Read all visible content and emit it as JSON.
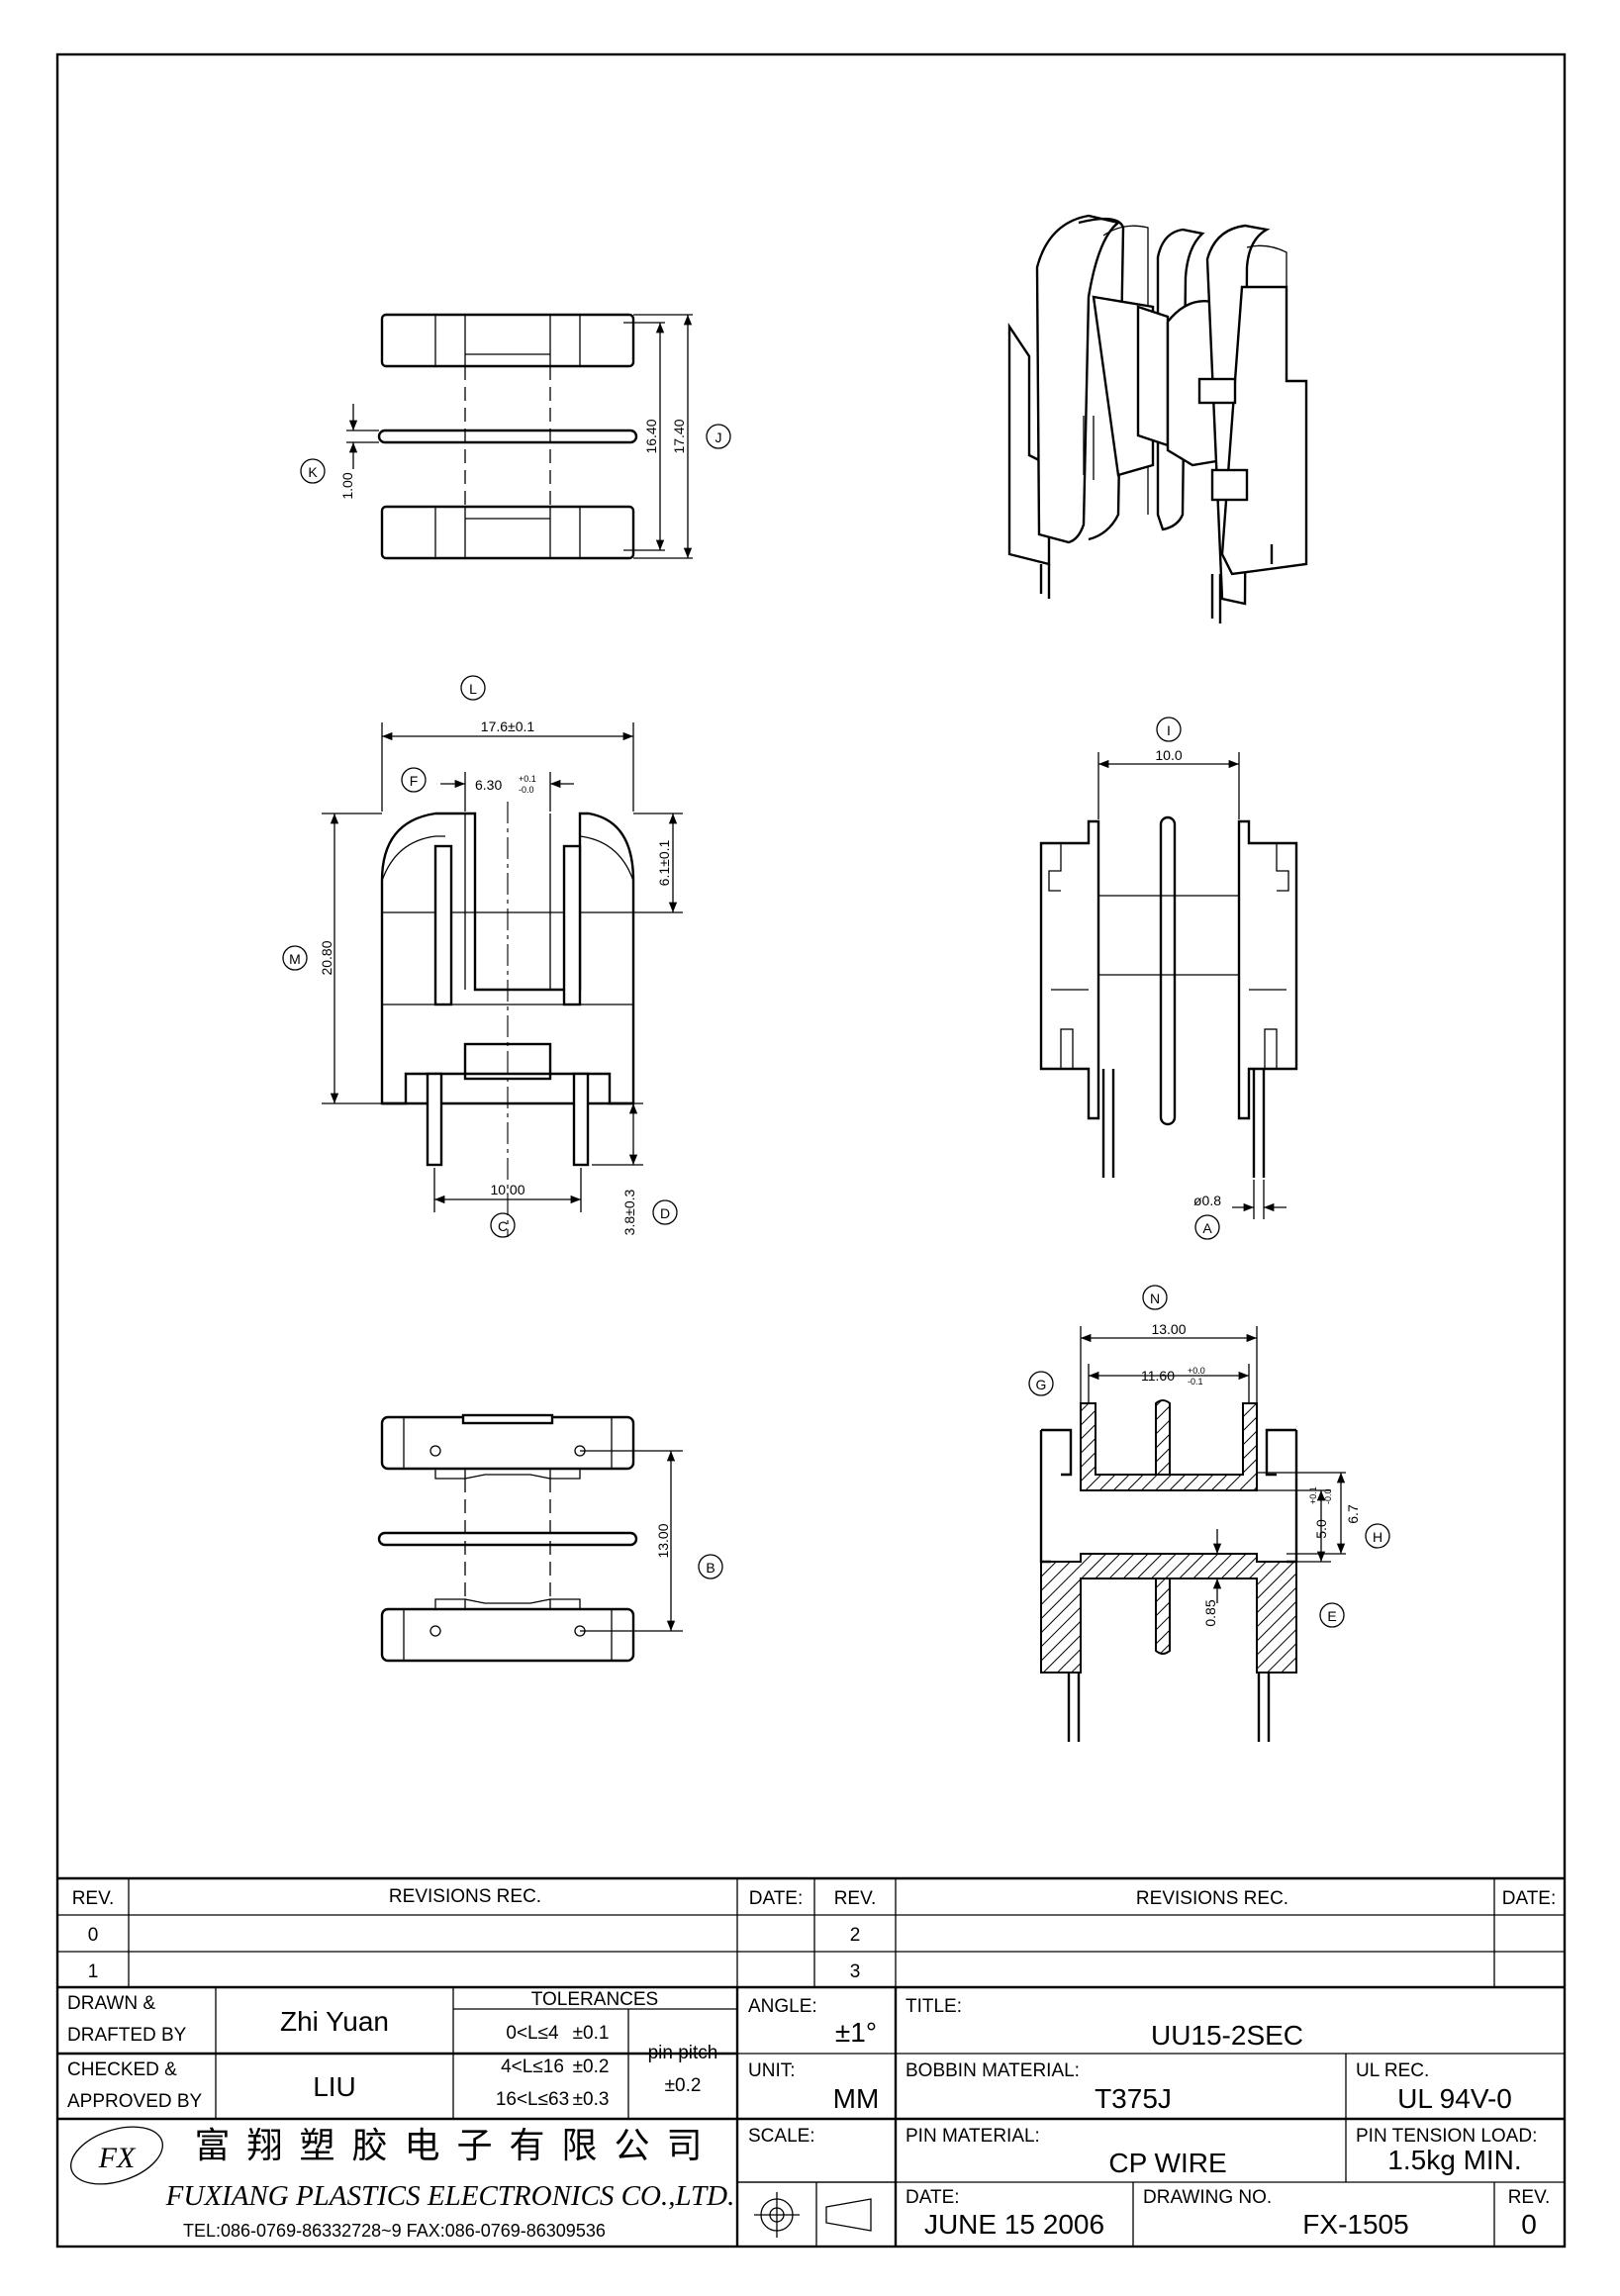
{
  "labels": {
    "K": "K",
    "J": "J",
    "L": "L",
    "F": "F",
    "M": "M",
    "C": "C",
    "D": "D",
    "I": "I",
    "A": "A",
    "B": "B",
    "N": "N",
    "G": "G",
    "H": "H",
    "E": "E"
  },
  "dims": {
    "k_val": "1.00",
    "j_inner": "16.40",
    "j_outer": "17.40",
    "l_val": "17.6±0.1",
    "f_val": "6.30",
    "f_tol_plus": "+0.1",
    "f_tol_minus": "-0.0",
    "m_val": "20.80",
    "top_val": "6.1±0.1",
    "c_val": "10.00",
    "d_val": "3.8±0.3",
    "i_val": "10.0",
    "a_val": "ø0.8",
    "b_val": "13.00",
    "n_val": "13.00",
    "g_val": "11.60",
    "g_tol_plus": "+0.0",
    "g_tol_minus": "-0.1",
    "h_inner": "5.0",
    "h_inner_tol_plus": "+0.1",
    "h_inner_tol_minus": "-0.0",
    "h_outer": "6.7",
    "e_val": "0.85"
  },
  "title_block": {
    "rev_header": "REV.",
    "revisions_header": "REVISIONS   REC.",
    "date_header": "DATE:",
    "rev_rows_left": [
      "0",
      "1"
    ],
    "rev_rows_right": [
      "2",
      "3"
    ],
    "drawn_label": "DRAWN &\nDRAFTED BY",
    "drawn_label_1": "DRAWN &",
    "drawn_label_2": "DRAFTED BY",
    "drawn_by": "Zhi Yuan",
    "checked_label_1": "CHECKED &",
    "checked_label_2": "APPROVED BY",
    "checked_by": "LIU",
    "tolerances_label": "TOLERANCES",
    "tol_rows": [
      {
        "range": "0<L≤4",
        "tol": "±0.1"
      },
      {
        "range": "4<L≤16",
        "tol": "±0.2"
      },
      {
        "range": "16<L≤63",
        "tol": "±0.3"
      }
    ],
    "pin_pitch_label_1": "pin pitch",
    "pin_pitch_tol": "±0.2",
    "angle_label": "ANGLE:",
    "angle_val": "±1°",
    "unit_label": "UNIT:",
    "unit_val": "MM",
    "scale_label": "SCALE:",
    "title_label": "TITLE:",
    "title_val": "UU15-2SEC",
    "bobbin_label": "BOBBIN MATERIAL:",
    "bobbin_val": "T375J",
    "ul_label": "UL REC.",
    "ul_val": "UL 94V-0",
    "pin_mat_label": "PIN MATERIAL:",
    "pin_mat_val": "CP WIRE",
    "pin_tension_label": "PIN TENSION LOAD:",
    "pin_tension_val": "1.5kg MIN.",
    "date_label": "DATE:",
    "date_val": "JUNE 15 2006",
    "drawing_no_label": "DRAWING NO.",
    "drawing_no_val": "FX-1505",
    "rev_label": "REV.",
    "rev_val": "0",
    "company_cn": "富 翔 塑 胶 电 子 有 限 公 司",
    "company_en": "FUXIANG PLASTICS ELECTRONICS CO.,LTD.",
    "company_contact": "TEL:086-0769-86332728~9  FAX:086-0769-86309536",
    "logo_text": "FX"
  }
}
